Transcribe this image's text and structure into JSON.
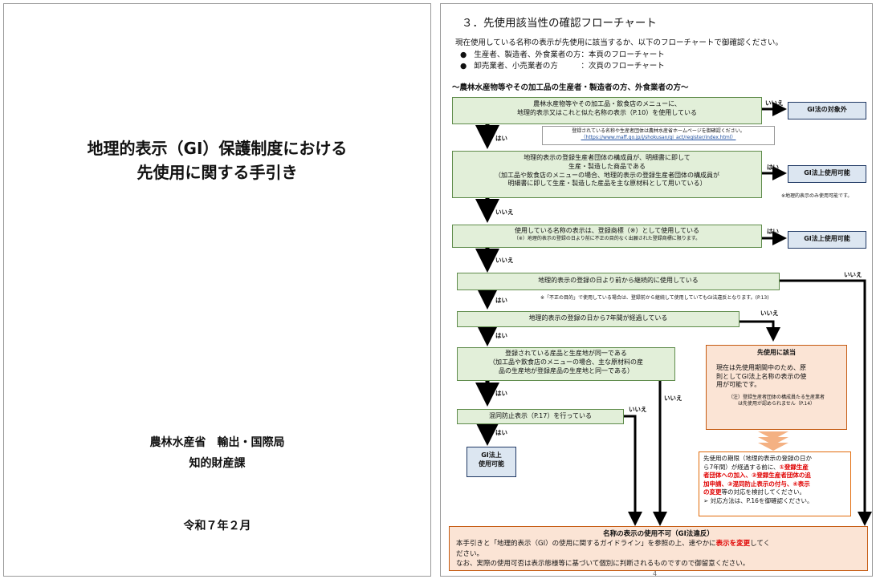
{
  "left_page": {
    "title_line1": "地理的表示（GI）保護制度における",
    "title_line2": "先使用に関する手引き",
    "org_line1": "農林水産省　輸出・国際局",
    "org_line2": "知的財産課",
    "date": "令和７年２月"
  },
  "right_page": {
    "heading": "３．先使用該当性の確認フローチャート",
    "intro": "現在使用している名称の表示が先使用に該当するか、以下のフローチャートで御確認ください。",
    "bullets": [
      "生産者、製造者、外食業者の方：本頁のフローチャート",
      "卸売業者、小売業者の方　　　：次頁のフローチャート"
    ],
    "section_title": "～農林水産物等やその加工品の生産者・製造者の方、外食業者の方～",
    "q1": [
      "農林水産物等やその加工品・飲食店のメニューに、",
      "地理的表示又はこれと似た名称の表示（P.10）を使用している"
    ],
    "q1_note": [
      "登録されている名称や生産者団体は農林水産省ホームページを御確認ください。",
      "（https://www.maff.go.jp/j/shokusan/gi_act/register/index.html）"
    ],
    "q2": [
      "地理的表示の登録生産者団体の構成員が、明細書に即して",
      "生産・製造した商品である",
      "（加工品や飲食店のメニューの場合、地理的表示の登録生産者団体の構成員が",
      "明細書に即して生産・製造した産品を主な原材料として用いている）"
    ],
    "q3_line1": "使用している名称の表示は、登録商標（※）として使用している",
    "q3_line2": "（※）地理的表示の登録の日より前に不正の目的なく出願された登録商標に限ります。",
    "q4": "地理的表示の登録の日より前から継続的に使用している",
    "q4_note": "※「不正の目的」で使用している場合は、登録前から継続して使用していてもGI法違反となります。(P.13)",
    "q5": "地理的表示の登録の日から7年間が経過している",
    "q6": [
      "登録されている産品と生産地が同一である",
      "（加工品や飲食店のメニューの場合、主な原材料の産",
      "品の生産地が登録産品の生産地と同一である）"
    ],
    "q7": "混同防止表示（P.17）を行っている",
    "r_out_of_scope": "GI法の対象外",
    "r_usable1": "GI法上使用可能",
    "r_usable1_note": "※地理的表示のみ使用可能です。",
    "r_usable2": "GI法上使用可能",
    "r_usable3_line1": "GI法上",
    "r_usable3_line2": "使用可能",
    "prior_use": {
      "title": "先使用に該当",
      "body": [
        "現在は先使用期間中のため、原",
        "則としてGI法上名称の表示の使",
        "用が可能です。"
      ],
      "note": [
        "（注）登録生産者団体の構成員たる生産業者",
        "は先使用が認められません（P.14）"
      ]
    },
    "prior_period_note": {
      "line1": "先使用の期限（地理的表示の登録の日か",
      "line2": "ら7年間）が経過する前に、",
      "red1": "①登録生産",
      "red2": "者団体への加入",
      "red3": "、②登録生産者団体の追",
      "red4": "加申請",
      "red5": "、③混同防止表示の付与",
      "red6": "、④表示",
      "red7": "の変更",
      "line3": "等の対応を検討してください。",
      "line4": "➢ 対応方法は、P.16を御確認ください。"
    },
    "final": {
      "title": "名称の表示の使用不可（GI法違反）",
      "line1_a": "本手引きと「地理的表示（GI）の使用に関するガイドライン」を参照の上、速やかに",
      "line1_red": "表示を変更",
      "line1_b": "してく",
      "line2": "ださい。",
      "line3": "なお、実際の使用可否は表示態様等に基づいて個別に判断されるものですので御留意ください。"
    },
    "label_yes": "はい",
    "label_no": "いいえ",
    "page_number": "4"
  }
}
